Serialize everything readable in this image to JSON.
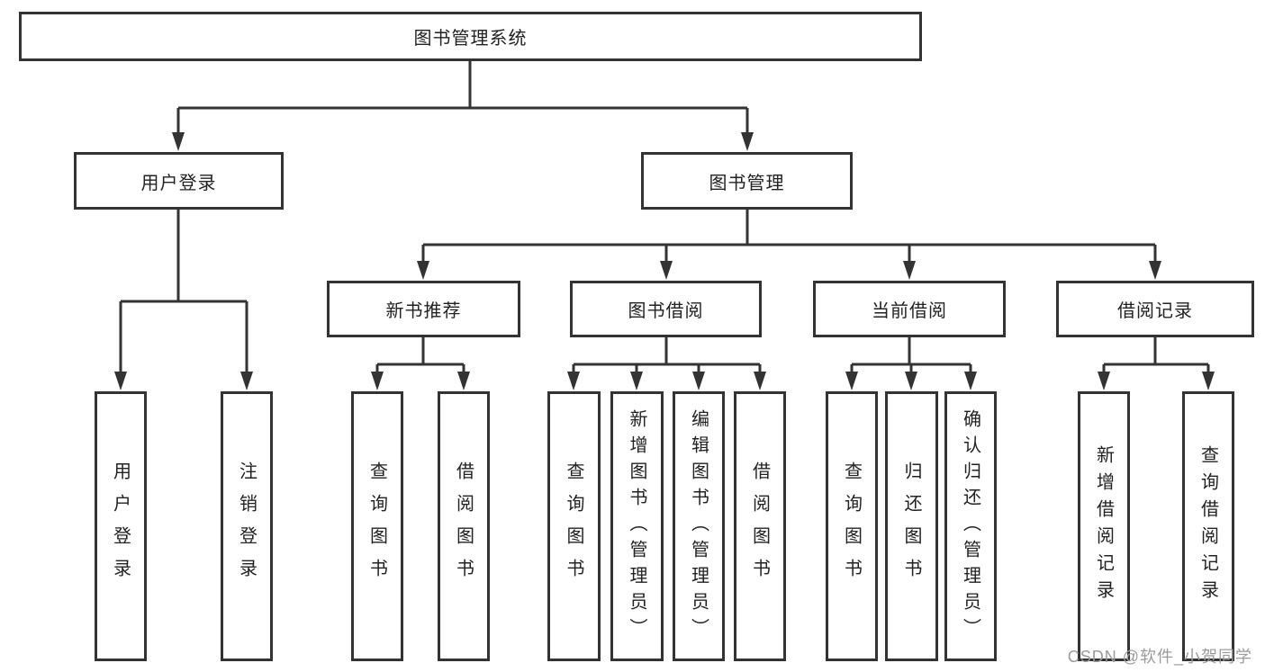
{
  "diagram": {
    "watermark": "CSDN @软件_小贺同学"
  },
  "colors": {
    "line": "#333333",
    "box_border": "#333333",
    "text": "#222222",
    "watermark": "#9b9b9b"
  },
  "tree": {
    "root": "图书管理系统",
    "user_login_branch": {
      "label": "用户登录",
      "children": [
        "用户登录",
        "注销登录"
      ]
    },
    "book_mgmt_branch": {
      "label": "图书管理",
      "children": [
        {
          "label": "新书推荐",
          "children": [
            "查询图书",
            "借阅图书"
          ]
        },
        {
          "label": "图书借阅",
          "children": [
            "查询图书",
            "新增图书（管理员）",
            "编辑图书（管理员）",
            "借阅图书"
          ]
        },
        {
          "label": "当前借阅",
          "children": [
            "查询图书",
            "归还图书",
            "确认归还（管理员）"
          ]
        },
        {
          "label": "借阅记录",
          "children": [
            "新增借阅记录",
            "查询借阅记录"
          ]
        }
      ]
    }
  }
}
